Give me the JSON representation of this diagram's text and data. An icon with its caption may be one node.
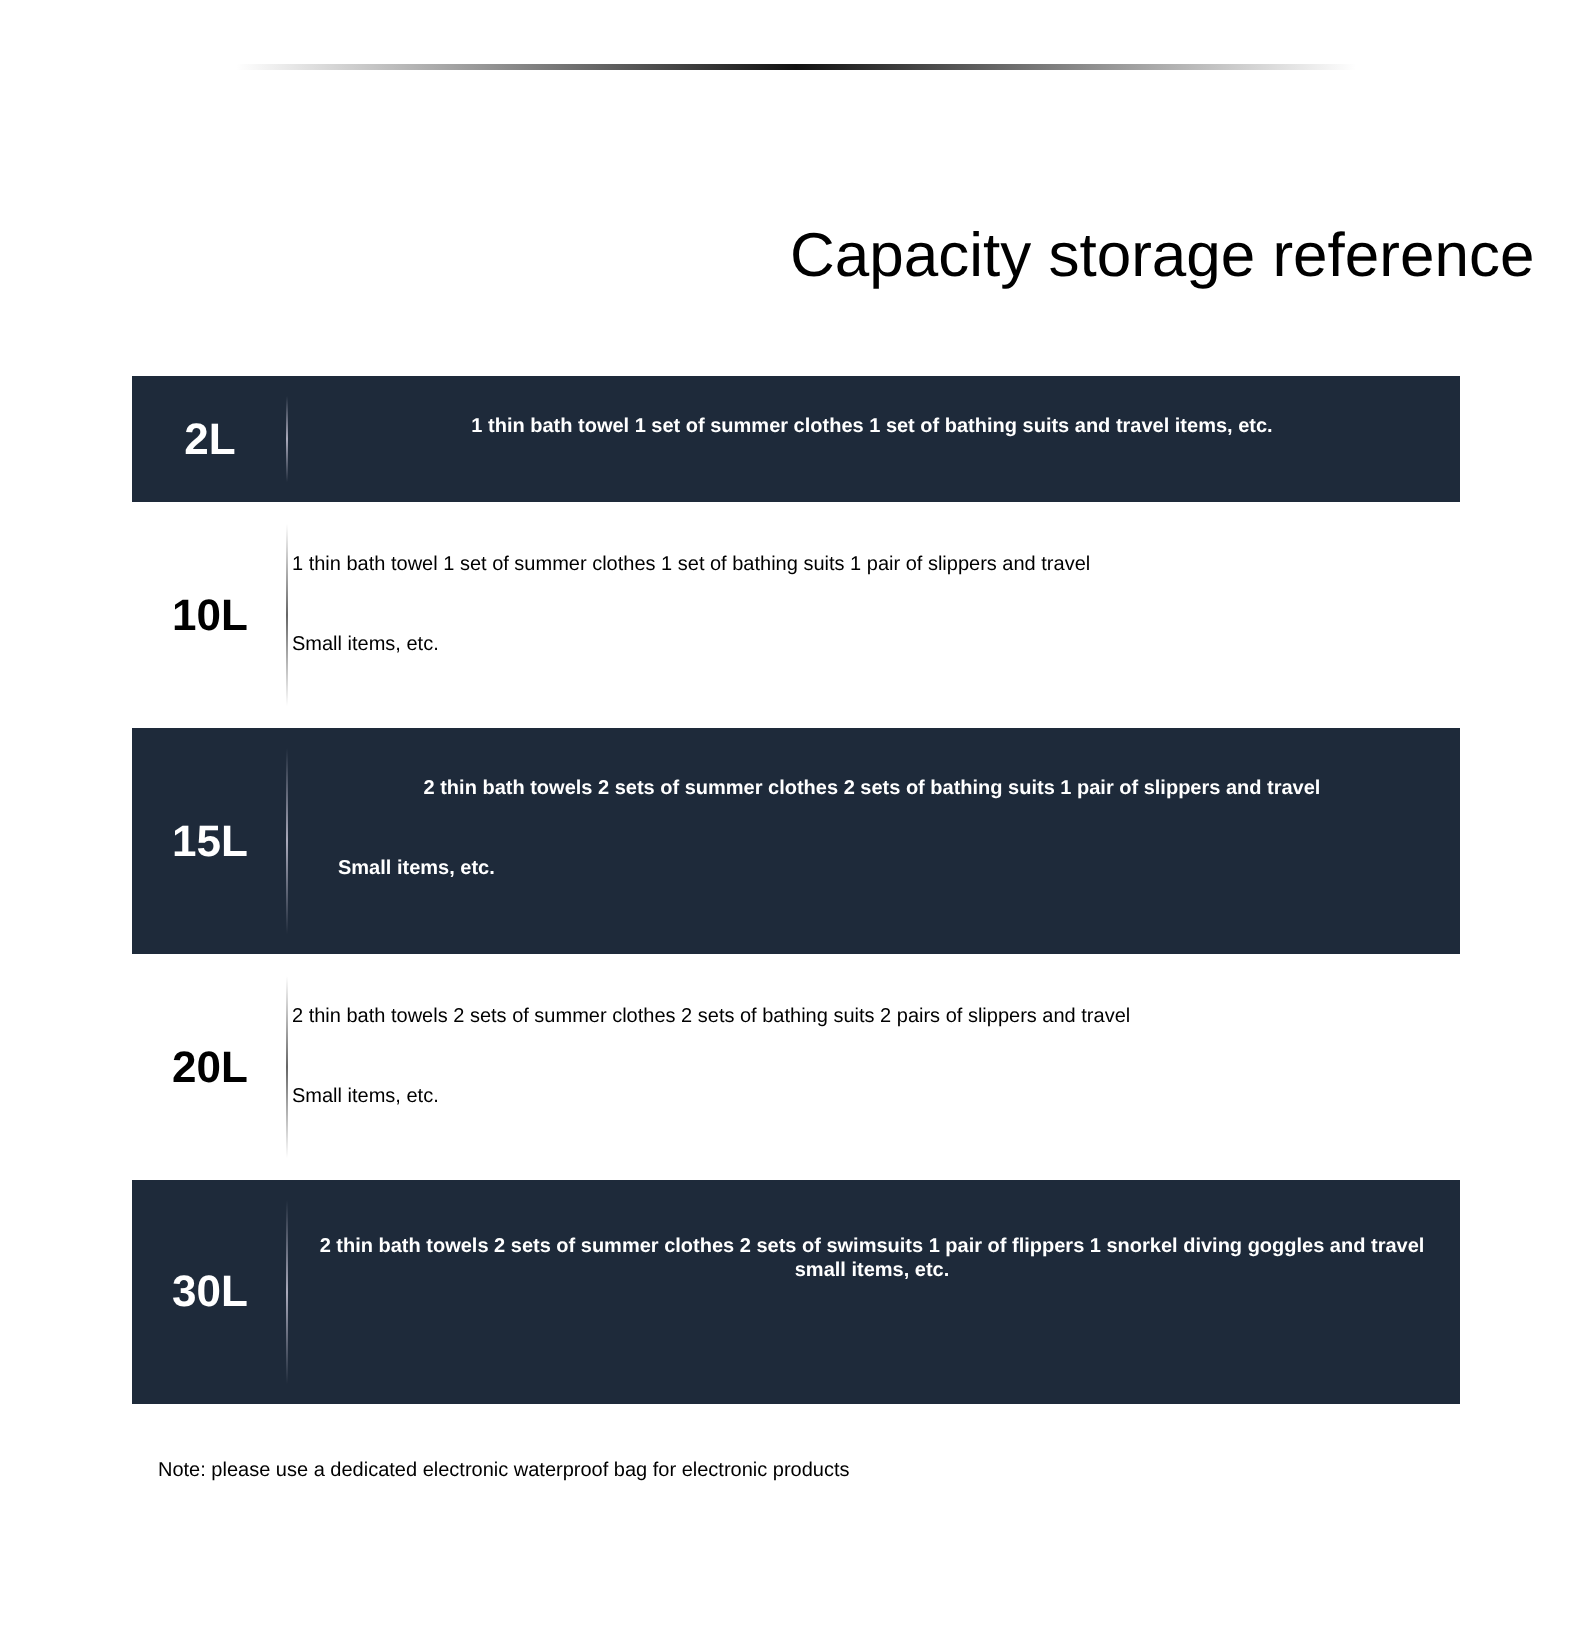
{
  "diagram": {
    "title": "Capacity storage reference",
    "labels": [
      "2L",
      "1 thin bath towel 1 set of summer clothes 1 set of bathing suits and travel items, etc.",
      "10L",
      "1 thin bath towel 1 set of summer clothes 1 set of bathing suits 1 pair of slippers and travel",
      "Small items, etc.",
      "15L",
      "2 thin bath towels 2 sets of summer clothes 2 sets of bathing suits 1 pair of slippers and travel",
      "Small items, etc.",
      "20L",
      "2 thin bath towels 2 sets of summer clothes 2 sets of bathing suits 2 pairs of slippers and travel",
      "Small items, etc.",
      "30L",
      "2 thin bath towels 2 sets of summer clothes 2 sets of swimsuits 1 pair of flippers 1 snorkel diving goggles and travel small items, etc.",
      "Note: please use a dedicated electronic waterproof bag for electronic products"
    ]
  }
}
